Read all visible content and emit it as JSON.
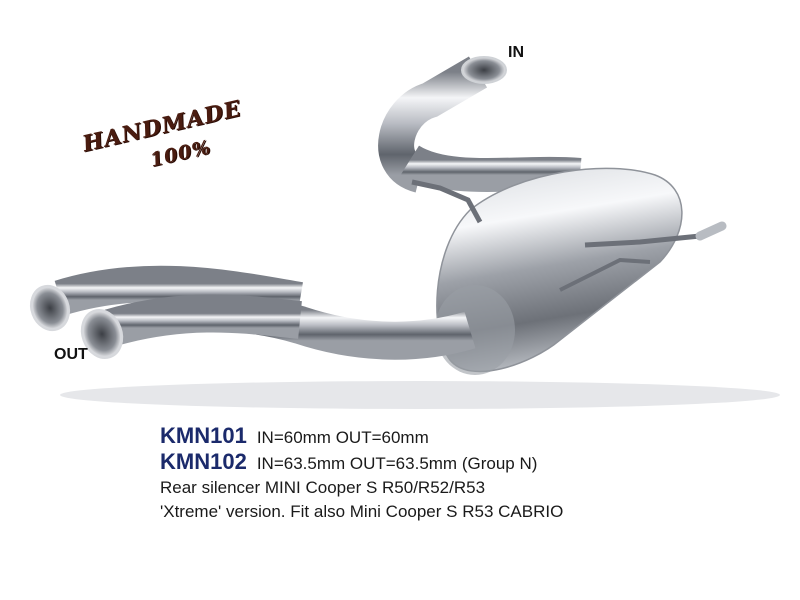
{
  "labels": {
    "in": "IN",
    "out": "OUT"
  },
  "stamp": {
    "line1": "HANDMADE",
    "line2": "100%"
  },
  "products": [
    {
      "code": "KMN101",
      "spec": "IN=60mm OUT=60mm"
    },
    {
      "code": "KMN102",
      "spec": "IN=63.5mm OUT=63.5mm (Group N)"
    }
  ],
  "description": [
    "Rear silencer MINI Cooper S R50/R52/R53",
    "'Xtreme' version. Fit also Mini Cooper S R53 CABRIO"
  ],
  "colors": {
    "code": "#1b2a6b",
    "stamp": "#4a1c10",
    "metal": "#b8bcc2"
  }
}
